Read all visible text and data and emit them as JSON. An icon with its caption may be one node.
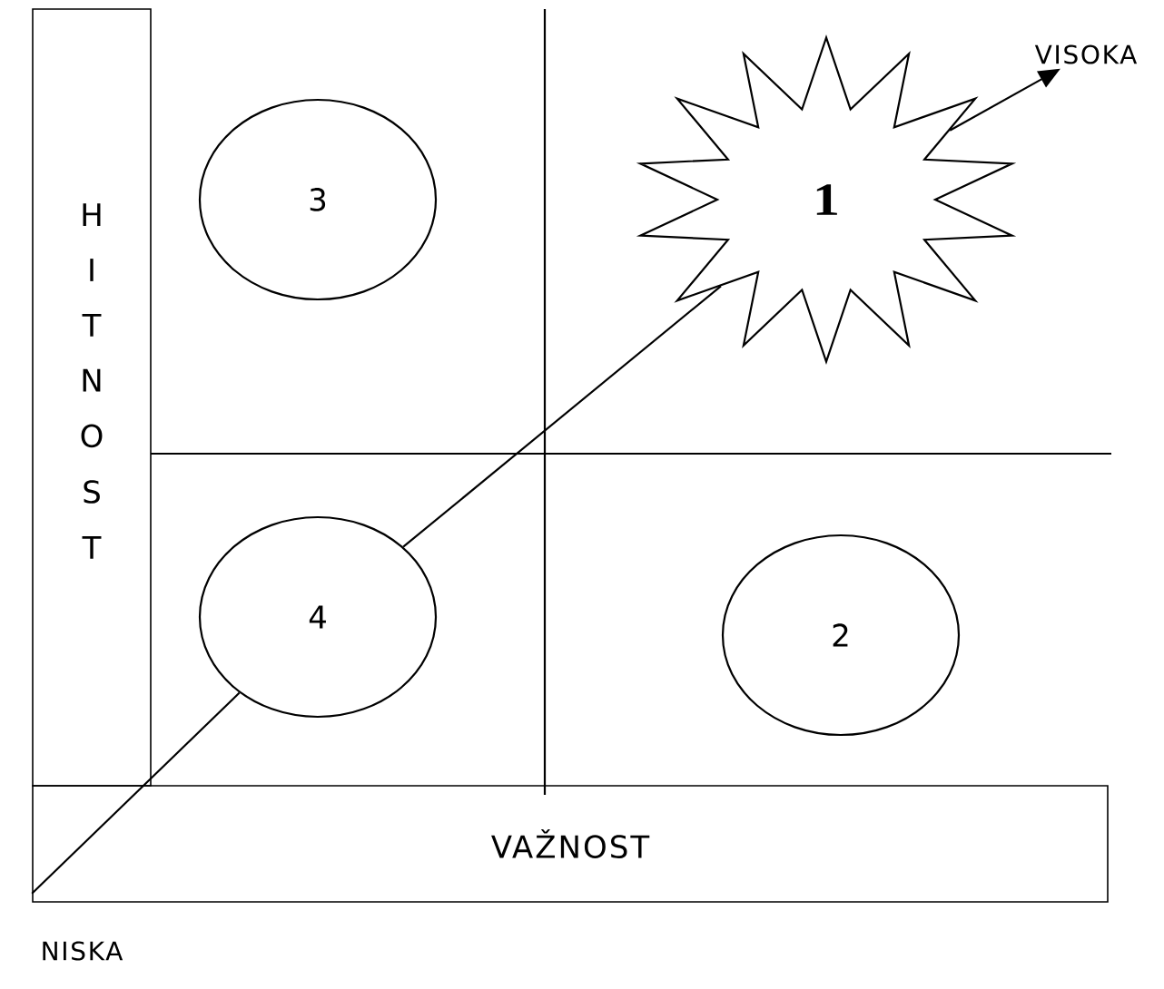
{
  "diagram": {
    "nodes": [
      {
        "text": [
          "HITNOST"
        ]
      },
      {
        "text": [
          "VAŽNOST"
        ]
      },
      {
        "text": [
          "3"
        ]
      },
      {
        "text": [
          "1"
        ]
      },
      {
        "text": [
          "4"
        ]
      },
      {
        "text": [
          "2"
        ]
      },
      {
        "text": [
          "VISOKA"
        ]
      }
    ],
    "edges": [
      {
        "from": 1,
        "to": 4,
        "arrow": "none"
      },
      {
        "from": 4,
        "to": 3,
        "arrow": "none"
      },
      {
        "from": 3,
        "to": 6,
        "arrow": "to"
      }
    ],
    "labels": [
      "NISKA"
    ]
  }
}
